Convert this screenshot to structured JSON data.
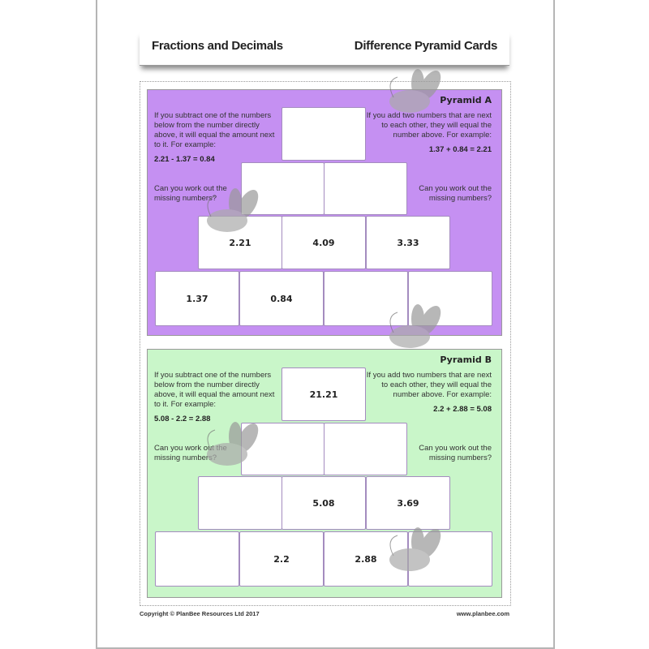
{
  "header": {
    "left_title": "Fractions and Decimals",
    "right_title": "Difference Pyramid Cards"
  },
  "pyramids": [
    {
      "title": "Pyramid A",
      "color": "#c590f2",
      "left_text": "If you subtract one of the numbers below from the number directly above, it will equal the amount next to it. For example:",
      "left_example": "2.21 - 1.37 = 0.84",
      "left_question": "Can you work out the missing numbers?",
      "right_text": "If you add two numbers that are next to each other, they will equal the number above. For example:",
      "right_example": "1.37 + 0.84 = 2.21",
      "right_question": "Can you work out the missing numbers?",
      "rows": [
        [
          ""
        ],
        [
          "",
          ""
        ],
        [
          "2.21",
          "4.09",
          "3.33"
        ],
        [
          "1.37",
          "0.84",
          "",
          ""
        ]
      ]
    },
    {
      "title": "Pyramid B",
      "color": "#c9f6c9",
      "left_text": "If you subtract one of the numbers below from the number directly above, it will equal the amount next to it. For example:",
      "left_example": "5.08 - 2.2 = 2.88",
      "left_question": "Can you work out the missing numbers?",
      "right_text": "If you add two numbers that are next to each other, they will equal the number above. For example:",
      "right_example": "2.2 + 2.88 = 5.08",
      "right_question": "Can you work out the missing numbers?",
      "rows": [
        [
          "21.21"
        ],
        [
          "",
          ""
        ],
        [
          "",
          "5.08",
          "3.69"
        ],
        [
          "",
          "2.2",
          "2.88",
          ""
        ]
      ]
    }
  ],
  "footer": {
    "copyright": "Copyright © PlanBee Resources Ltd 2017",
    "website": "www.planbee.com"
  }
}
